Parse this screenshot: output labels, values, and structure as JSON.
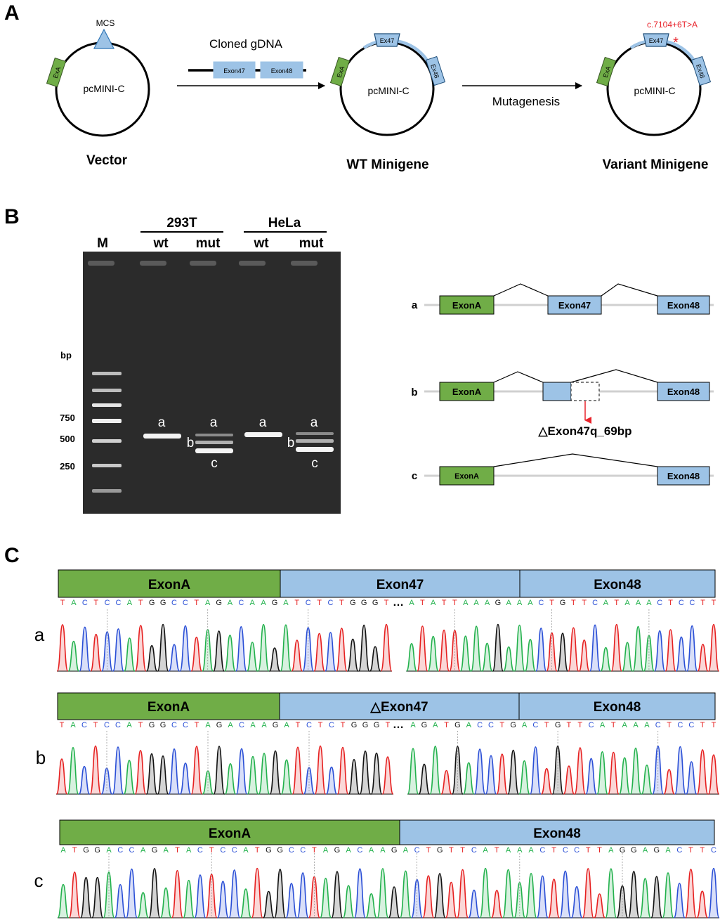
{
  "panel_letters": [
    "A",
    "B",
    "C"
  ],
  "colors": {
    "exonA": "#70ad47",
    "exonBlue": "#9dc3e6",
    "exonBlueDark": "#1f4e79",
    "red": "#e8222a",
    "gel": "#2b2b2b",
    "baseA": "#22b14c",
    "baseC": "#2a4fd6",
    "baseG": "#111111",
    "baseT": "#e62020"
  },
  "panelA": {
    "vector": {
      "caption": "Vector",
      "plasmid_label": "pcMINI-C",
      "exonA": "ExA",
      "mcs": "MCS"
    },
    "arrow1_label": "Cloned gDNA",
    "insert_exons": [
      "Exon47",
      "Exon48"
    ],
    "wt": {
      "caption": "WT Minigene",
      "plasmid_label": "pcMINI-C",
      "exonA": "ExA",
      "ex47": "Ex47",
      "ex48": "Ex48"
    },
    "arrow2_label": "Mutagenesis",
    "variant": {
      "caption": "Variant Minigene",
      "plasmid_label": "pcMINI-C",
      "exonA": "ExA",
      "ex47": "Ex47",
      "ex48": "Ex48",
      "mutation": "c.7104+6T>A",
      "star": "*"
    }
  },
  "panelB": {
    "gel": {
      "marker_lane": "M",
      "groups": [
        {
          "name": "293T",
          "lanes": [
            "wt",
            "mut"
          ]
        },
        {
          "name": "HeLa",
          "lanes": [
            "wt",
            "mut"
          ]
        }
      ],
      "size_unit": "bp",
      "sizes": [
        "750",
        "500",
        "250"
      ],
      "band_labels": [
        "a",
        "b",
        "c",
        "a",
        "a",
        "b",
        "c",
        "a"
      ]
    },
    "isoforms": [
      {
        "letter": "a",
        "exons": [
          "ExonA",
          "Exon47",
          "Exon48"
        ]
      },
      {
        "letter": "b",
        "exons": [
          "ExonA",
          "",
          "Exon48"
        ],
        "deletion": "△Exon47q_69bp"
      },
      {
        "letter": "c",
        "exons": [
          "ExonA",
          "Exon48"
        ]
      }
    ]
  },
  "panelC": {
    "traces": [
      {
        "letter": "a",
        "segments": [
          "ExonA",
          "Exon47",
          "Exon48"
        ],
        "seq_left": "TACTCCATGGCCTAGACAAGATCTCTGGGT",
        "gap": "…",
        "seq_right": "ATATTAAAGAAACTGTTCATAAACTCCTT"
      },
      {
        "letter": "b",
        "segments": [
          "ExonA",
          "△Exon47",
          "Exon48"
        ],
        "seq_left": "TACTCCATGGCCTAGACAAGATCTCTGGGT",
        "gap": "…",
        "seq_right": "AGATGACCTGACTGTTCATAAACTCCTT"
      },
      {
        "letter": "c",
        "segments": [
          "ExonA",
          "Exon48"
        ],
        "seq_left": "ATGGACCAGATACTCCATGGCCTAGACAAGACTGTTCATAAACTCCTTAGGAGACTTC",
        "gap": "",
        "seq_right": ""
      }
    ]
  }
}
